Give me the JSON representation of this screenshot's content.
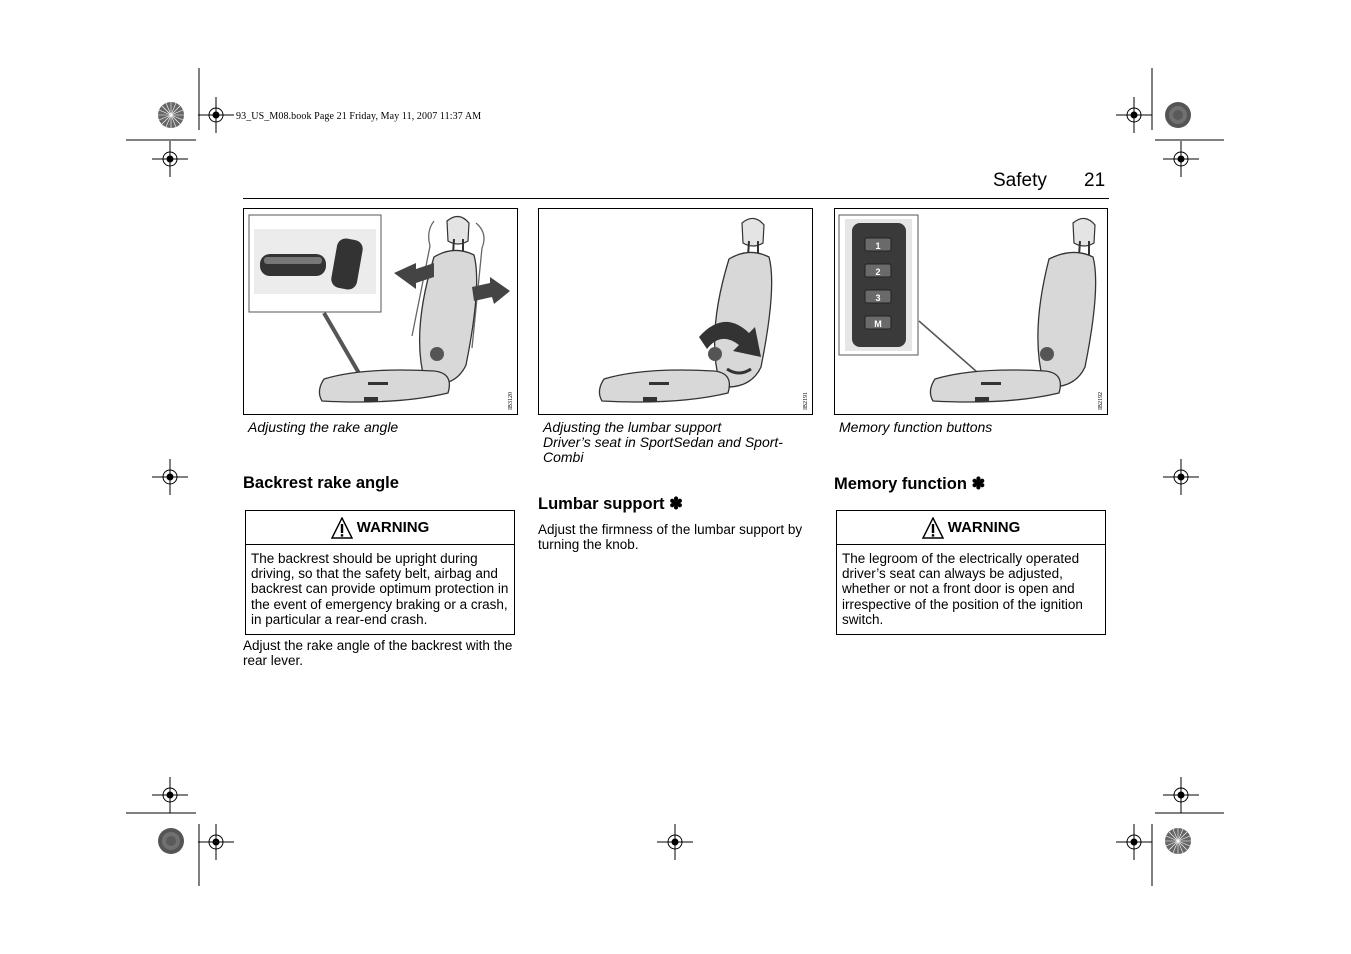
{
  "book_info": "93_US_M08.book  Page 21  Friday, May 11, 2007  11:37 AM",
  "header": {
    "section": "Safety",
    "page_number": "21"
  },
  "columns": [
    {
      "figure_id": "IB3120",
      "caption": "Adjusting the rake angle",
      "heading": "Backrest rake angle",
      "warning": {
        "label": "WARNING",
        "text": "The backrest should be upright during driving, so that the safety belt, airbag and backrest can provide optimum protection in the event of emergency braking or a crash, in particular a rear-end crash."
      },
      "body": "Adjust the rake angle of the backrest with the rear lever."
    },
    {
      "figure_id": "IB2191",
      "caption_lines": [
        "Adjusting the lumbar support",
        "Driver’s seat in SportSedan and Sport-",
        "Combi"
      ],
      "heading": "Lumbar support ✽",
      "body": "Adjust the firmness of the lumbar support by turning the knob."
    },
    {
      "figure_id": "IB2192",
      "caption": "Memory function buttons",
      "memory_buttons": [
        "1",
        "2",
        "3",
        "M"
      ],
      "heading": "Memory function ✽",
      "warning": {
        "label": "WARNING",
        "text": "The legroom of the electrically operated driver’s seat can always be adjusted, whether or not a front door is open and irrespective of the position of the ignition switch."
      }
    }
  ],
  "colors": {
    "text": "#000000",
    "seat_fill": "#d8d8d8",
    "seat_stroke": "#333333",
    "panel": "#3a3a3a"
  }
}
